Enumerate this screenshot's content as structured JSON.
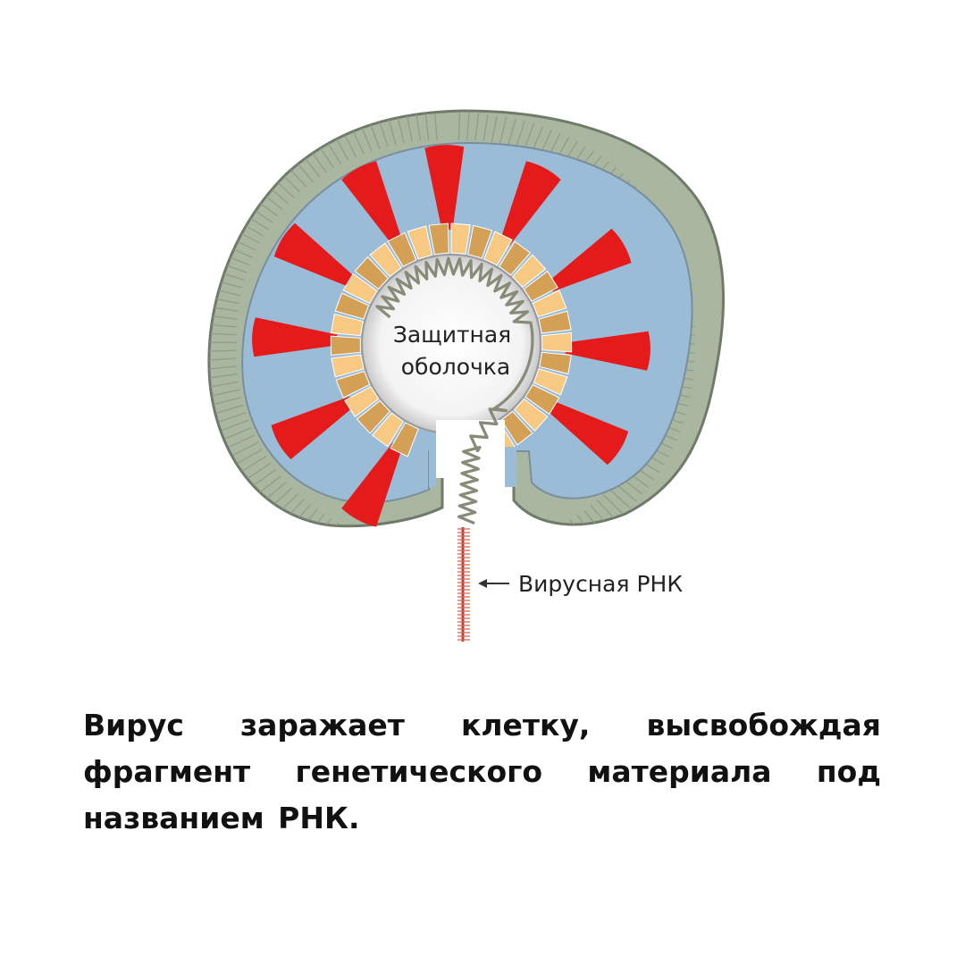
{
  "diagram": {
    "labels": {
      "capsid": [
        "Защитная",
        "оболочка"
      ],
      "rna": "Вирусная РНК"
    }
  },
  "caption": "Вирус заражает клетку,  высвобождая фрагмент генетического материала под названием РНК.",
  "colors": {
    "membrane": "#a9b6a0",
    "membrane_edge": "#6f7a69",
    "cytoplasm": "#9bbcd6",
    "spike": "#e51b1b",
    "capsid_light": "#f7c982",
    "capsid_dark": "#d4a055",
    "coil": "#8a8a78",
    "rna_strand": "#c0392b"
  }
}
